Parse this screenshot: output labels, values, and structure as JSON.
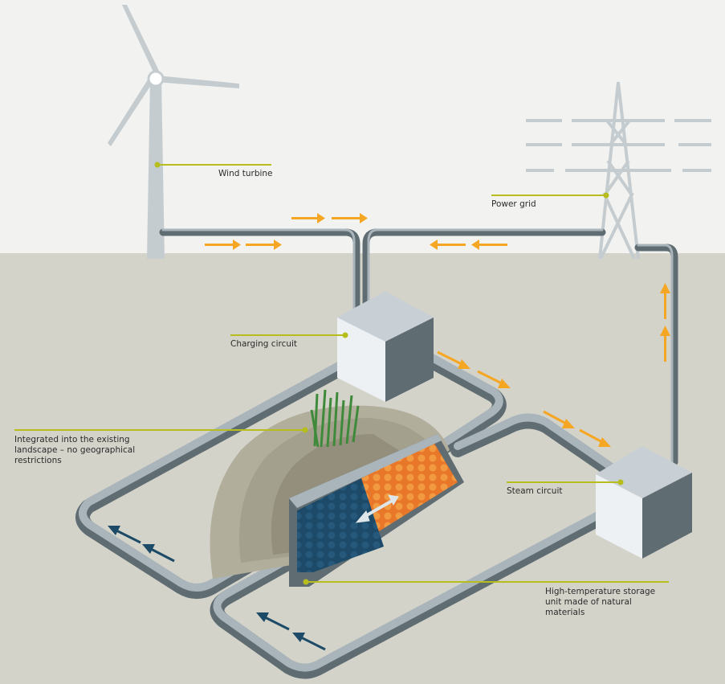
{
  "labels": {
    "wind_turbine": "Wind turbine",
    "power_grid": "Power grid",
    "charging_circuit": "Charging circuit",
    "landscape": "Integrated into the existing landscape – no geographical restrictions",
    "steam_circuit": "Steam circuit",
    "storage_unit": "High-temperature storage unit made of natural materials"
  },
  "colors": {
    "sky": "#f2f2f0",
    "ground": "#d4d3ca",
    "leader_line": "#b6bd1c",
    "pipe_light": "#aab5bb",
    "pipe_dark": "#5f6c72",
    "energy_arrow": "#f5a623",
    "cold_arrow": "#1d4a66",
    "hot_stone": "#e8772a",
    "cold_stone": "#1c4a68"
  }
}
